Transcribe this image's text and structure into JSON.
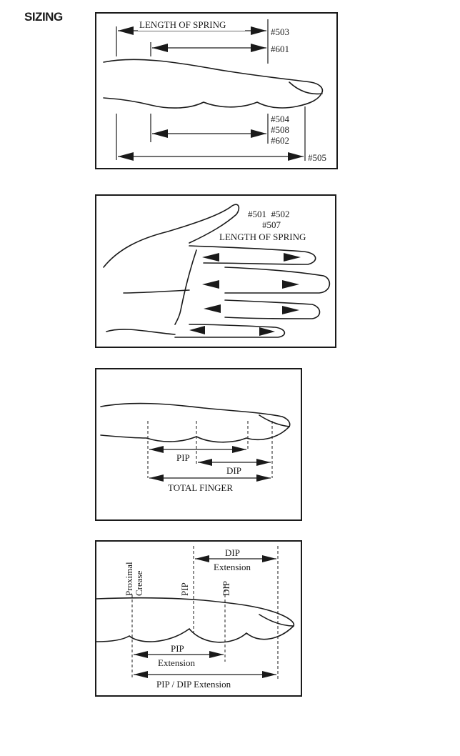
{
  "heading": "SIZING",
  "panel1": {
    "length_of_spring": "LENGTH OF SPRING",
    "code_503": "#503",
    "code_601": "#601",
    "code_504": "#504",
    "code_508": "#508",
    "code_602": "#602",
    "code_505": "#505"
  },
  "panel2": {
    "codes_501_502": "#501  #502",
    "code_507": "#507",
    "length_of_spring": "LENGTH OF SPRING"
  },
  "panel3": {
    "pip": "PIP",
    "dip": "DIP",
    "total_finger": "TOTAL FINGER"
  },
  "panel4": {
    "proximal": "Proximal",
    "crease": "Crease",
    "pip_vertical": "PIP",
    "dip_vertical": "DIP",
    "dip": "DIP",
    "extension": "Extension",
    "pip": "PIP",
    "pip_extension_label": "Extension",
    "pip_dip_extension": "PIP / DIP Extension"
  }
}
